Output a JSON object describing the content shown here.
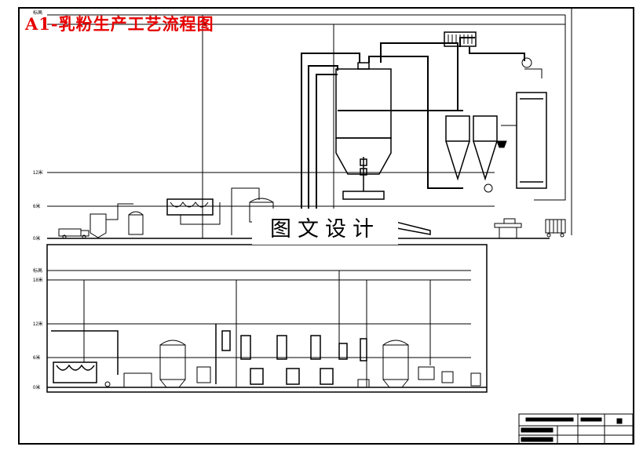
{
  "title": "A1-乳粉生产工艺流程图",
  "watermark": "图文设计",
  "upper_levels": [
    {
      "key": "top",
      "label": "标高"
    },
    {
      "key": "l12",
      "label": "12米"
    },
    {
      "key": "l6",
      "label": "6米"
    },
    {
      "key": "l0",
      "label": "0米"
    }
  ],
  "lower_levels": [
    {
      "key": "top",
      "label": "标高"
    },
    {
      "key": "l18",
      "label": "18米"
    },
    {
      "key": "l12",
      "label": "12米"
    },
    {
      "key": "l6",
      "label": "6米"
    },
    {
      "key": "l0",
      "label": "0米"
    }
  ],
  "colors": {
    "line": "#000000",
    "title": "#e60000",
    "paper": "#ffffff"
  },
  "icons": [
    "milk-tanker-icon",
    "pump-icon",
    "storage-tank-icon",
    "spray-dryer-icon",
    "cyclone-separator-icon",
    "bag-filter-icon",
    "fan-icon",
    "conveyor-icon",
    "packing-scale-icon",
    "cart-icon",
    "heat-exchanger-icon",
    "evaporator-icon",
    "title-block-icon"
  ]
}
